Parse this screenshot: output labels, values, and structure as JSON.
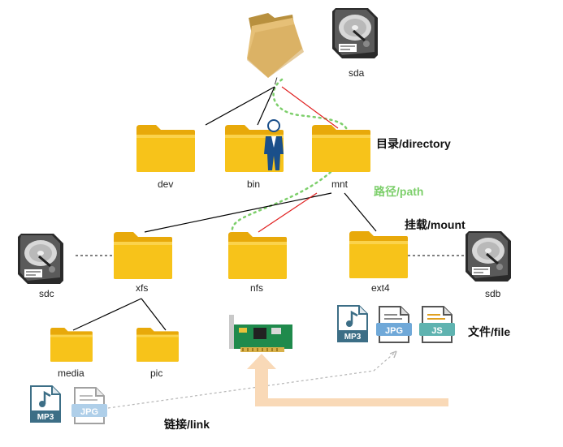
{
  "nodes": {
    "root": "/",
    "sda": "sda",
    "dev": "dev",
    "bin": "bin",
    "mnt": "mnt",
    "sdc": "sdc",
    "xfs": "xfs",
    "nfs": "nfs",
    "ext4": "ext4",
    "sdb": "sdb",
    "media": "media",
    "pic": "pic"
  },
  "legend": {
    "directory": "目录/directory",
    "path": "路径/path",
    "mount": "挂载/mount",
    "file": "文件/file",
    "link": "链接/link"
  },
  "file_icons": {
    "mp3": "MP3",
    "jpg": "JPG",
    "js": "JS"
  },
  "colors": {
    "folder": "#f7c31a",
    "folder_dark": "#e8a90a",
    "edge": "#000000",
    "path_edge": "#e02020",
    "path_dots": "#7dcf6b",
    "arrow": "#f9d9b7",
    "link_line": "#b5b5b5"
  }
}
